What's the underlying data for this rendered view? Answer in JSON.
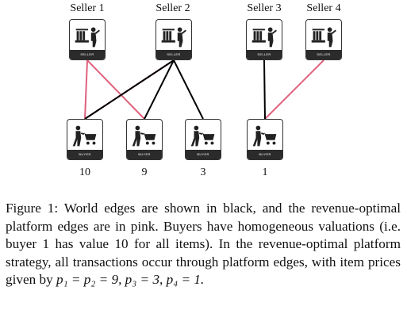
{
  "sellers": [
    {
      "label": "Seller 1",
      "band": "SELLER",
      "icon": "seller-icon"
    },
    {
      "label": "Seller 2",
      "band": "SELLER",
      "icon": "seller-icon"
    },
    {
      "label": "Seller 3",
      "band": "SELLER",
      "icon": "seller-icon"
    },
    {
      "label": "Seller 4",
      "band": "SELLER",
      "icon": "seller-icon"
    }
  ],
  "buyers": [
    {
      "value": "10",
      "band": "BUYER",
      "icon": "buyer-icon"
    },
    {
      "value": "9",
      "band": "BUYER",
      "icon": "buyer-icon"
    },
    {
      "value": "3",
      "band": "BUYER",
      "icon": "buyer-icon"
    },
    {
      "value": "1",
      "band": "BUYER",
      "icon": "buyer-icon"
    }
  ],
  "edges": {
    "world": [
      [
        1,
        0
      ],
      [
        1,
        1
      ],
      [
        1,
        2
      ],
      [
        2,
        3
      ]
    ],
    "platform": [
      [
        0,
        0
      ],
      [
        0,
        1
      ],
      [
        1,
        0
      ],
      [
        3,
        3
      ]
    ],
    "colors": {
      "world": "#000000",
      "platform": "#e0607e"
    }
  },
  "caption": {
    "text": "Figure 1: World edges are shown in black, and the revenue-optimal platform edges are in pink. Buyers have homogeneous valuations (i.e. buyer 1 has value 10 for all items). In the revenue-optimal platform strategy, all transactions occur through platform edges, with item prices given by",
    "math": "p₁ = p₂ = 9, p₃ = 3, p₄ = 1."
  }
}
